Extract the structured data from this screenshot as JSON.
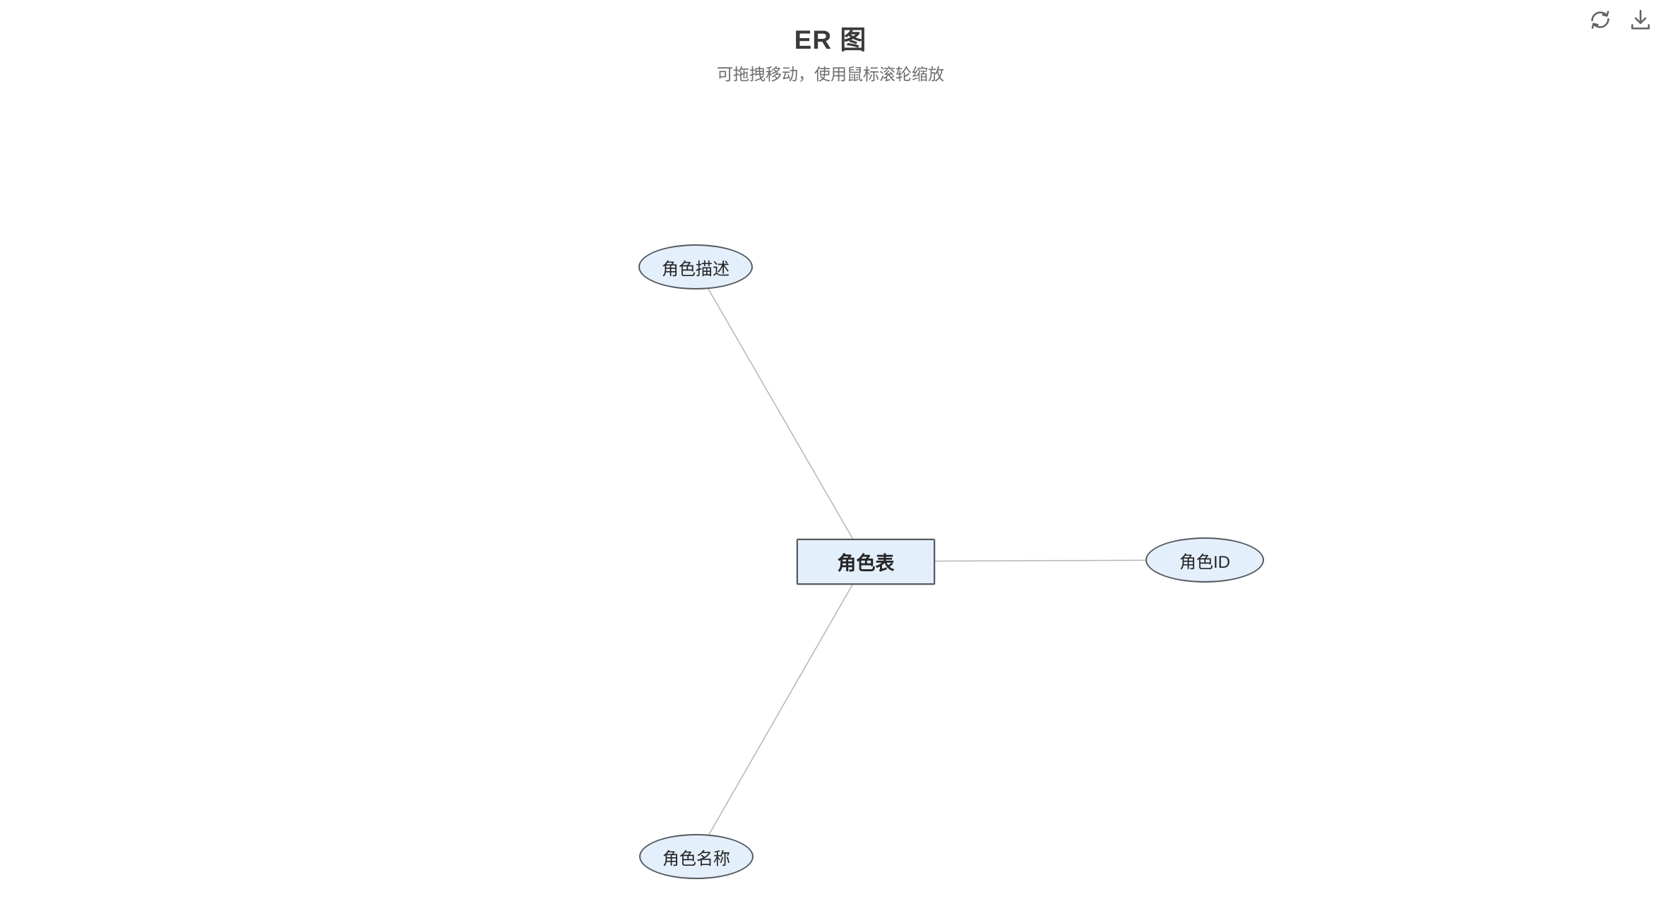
{
  "header": {
    "title": "ER 图",
    "subtitle": "可拖拽移动，使用鼠标滚轮缩放"
  },
  "toolbar": {
    "refresh": {
      "icon": "refresh-icon"
    },
    "download": {
      "icon": "download-icon"
    },
    "icon_color": "#5f6368"
  },
  "diagram": {
    "type": "er-diagram",
    "entity": {
      "label": "角色表",
      "shape": "rectangle"
    },
    "attributes": [
      {
        "label": "角色描述",
        "shape": "ellipse"
      },
      {
        "label": "角色ID",
        "shape": "ellipse"
      },
      {
        "label": "角色名称",
        "shape": "ellipse"
      }
    ],
    "links": [
      {
        "from": "角色表",
        "to": "角色描述"
      },
      {
        "from": "角色表",
        "to": "角色ID"
      },
      {
        "from": "角色表",
        "to": "角色名称"
      }
    ],
    "colors": {
      "node_fill": "#e4effc",
      "node_border": "#565a5f",
      "link": "#b5b5b5"
    }
  }
}
